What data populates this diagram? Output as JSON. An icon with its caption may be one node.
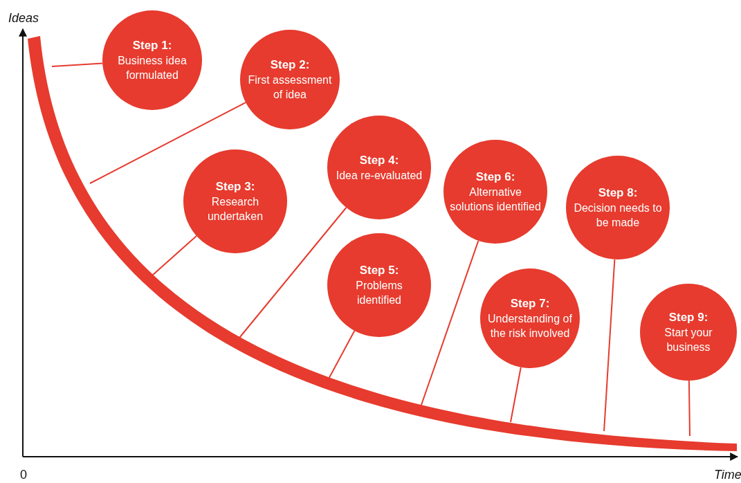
{
  "diagram": {
    "nodes": [
      {
        "text": [
          "Step 1:",
          "Business idea formulated"
        ]
      },
      {
        "text": [
          "Step 2:",
          "First assessment of idea"
        ]
      },
      {
        "text": [
          "Step 3:",
          "Research undertaken"
        ]
      },
      {
        "text": [
          "Step 4:",
          "Idea re-evaluated"
        ]
      },
      {
        "text": [
          "Step 5:",
          "Problems identified"
        ]
      },
      {
        "text": [
          "Step 6:",
          "Alternative solutions identified"
        ]
      },
      {
        "text": [
          "Step 7:",
          "Understanding of the risk involved"
        ]
      },
      {
        "text": [
          "Step 8:",
          "Decision needs to be made"
        ]
      },
      {
        "text": [
          "Step 9:",
          "Start your business"
        ]
      }
    ],
    "edges": [
      {
        "from": 0,
        "to": null,
        "arrow": "none"
      },
      {
        "from": 1,
        "to": null,
        "arrow": "none"
      },
      {
        "from": 2,
        "to": null,
        "arrow": "none"
      },
      {
        "from": 3,
        "to": null,
        "arrow": "none"
      },
      {
        "from": 4,
        "to": null,
        "arrow": "none"
      },
      {
        "from": 5,
        "to": null,
        "arrow": "none"
      },
      {
        "from": 6,
        "to": null,
        "arrow": "none"
      },
      {
        "from": 7,
        "to": null,
        "arrow": "none"
      },
      {
        "from": 8,
        "to": null,
        "arrow": "none"
      }
    ],
    "labels": [
      "Ideas",
      "0",
      "Time"
    ]
  }
}
